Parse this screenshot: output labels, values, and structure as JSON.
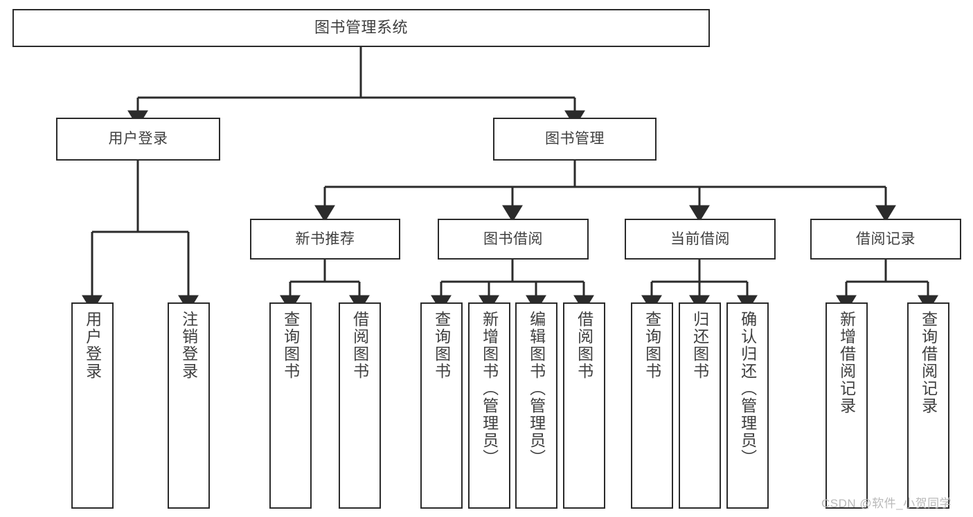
{
  "diagram": {
    "type": "tree-hierarchy-flowchart",
    "title": "图书管理系统",
    "watermark": "CSDN @软件_小贺同学",
    "colors": {
      "box_border": "#2b2b2b",
      "box_fill": "#ffffff",
      "text": "#3f3f3f",
      "connector": "#2b2b2b",
      "watermark": "#b9b9b9",
      "background": "#ffffff"
    },
    "levels": [
      {
        "level": 1,
        "nodes": [
          {
            "id": "root",
            "label": "图书管理系统",
            "orientation": "horizontal"
          }
        ]
      },
      {
        "level": 2,
        "nodes": [
          {
            "id": "login",
            "label": "用户登录",
            "orientation": "horizontal",
            "parent": "root"
          },
          {
            "id": "bookmgmt",
            "label": "图书管理",
            "orientation": "horizontal",
            "parent": "root"
          }
        ]
      },
      {
        "level": 3,
        "nodes": [
          {
            "id": "newbook",
            "label": "新书推荐",
            "orientation": "horizontal",
            "parent": "bookmgmt"
          },
          {
            "id": "borrow",
            "label": "图书借阅",
            "orientation": "horizontal",
            "parent": "bookmgmt"
          },
          {
            "id": "current",
            "label": "当前借阅",
            "orientation": "horizontal",
            "parent": "bookmgmt"
          },
          {
            "id": "records",
            "label": "借阅记录",
            "orientation": "horizontal",
            "parent": "bookmgmt"
          }
        ]
      },
      {
        "level": 4,
        "nodes": [
          {
            "id": "leaf-1",
            "label": "用户登录",
            "orientation": "vertical",
            "parent": "login"
          },
          {
            "id": "leaf-2",
            "label": "注销登录",
            "orientation": "vertical",
            "parent": "login"
          },
          {
            "id": "leaf-3",
            "label": "查询图书",
            "orientation": "vertical",
            "parent": "newbook"
          },
          {
            "id": "leaf-4",
            "label": "借阅图书",
            "orientation": "vertical",
            "parent": "newbook"
          },
          {
            "id": "leaf-5",
            "label": "查询图书",
            "orientation": "vertical",
            "parent": "borrow"
          },
          {
            "id": "leaf-6",
            "label": "新增图书（管理员）",
            "orientation": "vertical",
            "parent": "borrow"
          },
          {
            "id": "leaf-7",
            "label": "编辑图书（管理员）",
            "orientation": "vertical",
            "parent": "borrow"
          },
          {
            "id": "leaf-8",
            "label": "借阅图书",
            "orientation": "vertical",
            "parent": "borrow"
          },
          {
            "id": "leaf-9",
            "label": "查询图书",
            "orientation": "vertical",
            "parent": "current"
          },
          {
            "id": "leaf-10",
            "label": "归还图书",
            "orientation": "vertical",
            "parent": "current"
          },
          {
            "id": "leaf-11",
            "label": "确认归还（管理员）",
            "orientation": "vertical",
            "parent": "current"
          },
          {
            "id": "leaf-12",
            "label": "新增借阅记录",
            "orientation": "vertical",
            "parent": "records"
          },
          {
            "id": "leaf-13",
            "label": "查询借阅记录",
            "orientation": "vertical",
            "parent": "records"
          }
        ]
      }
    ]
  }
}
